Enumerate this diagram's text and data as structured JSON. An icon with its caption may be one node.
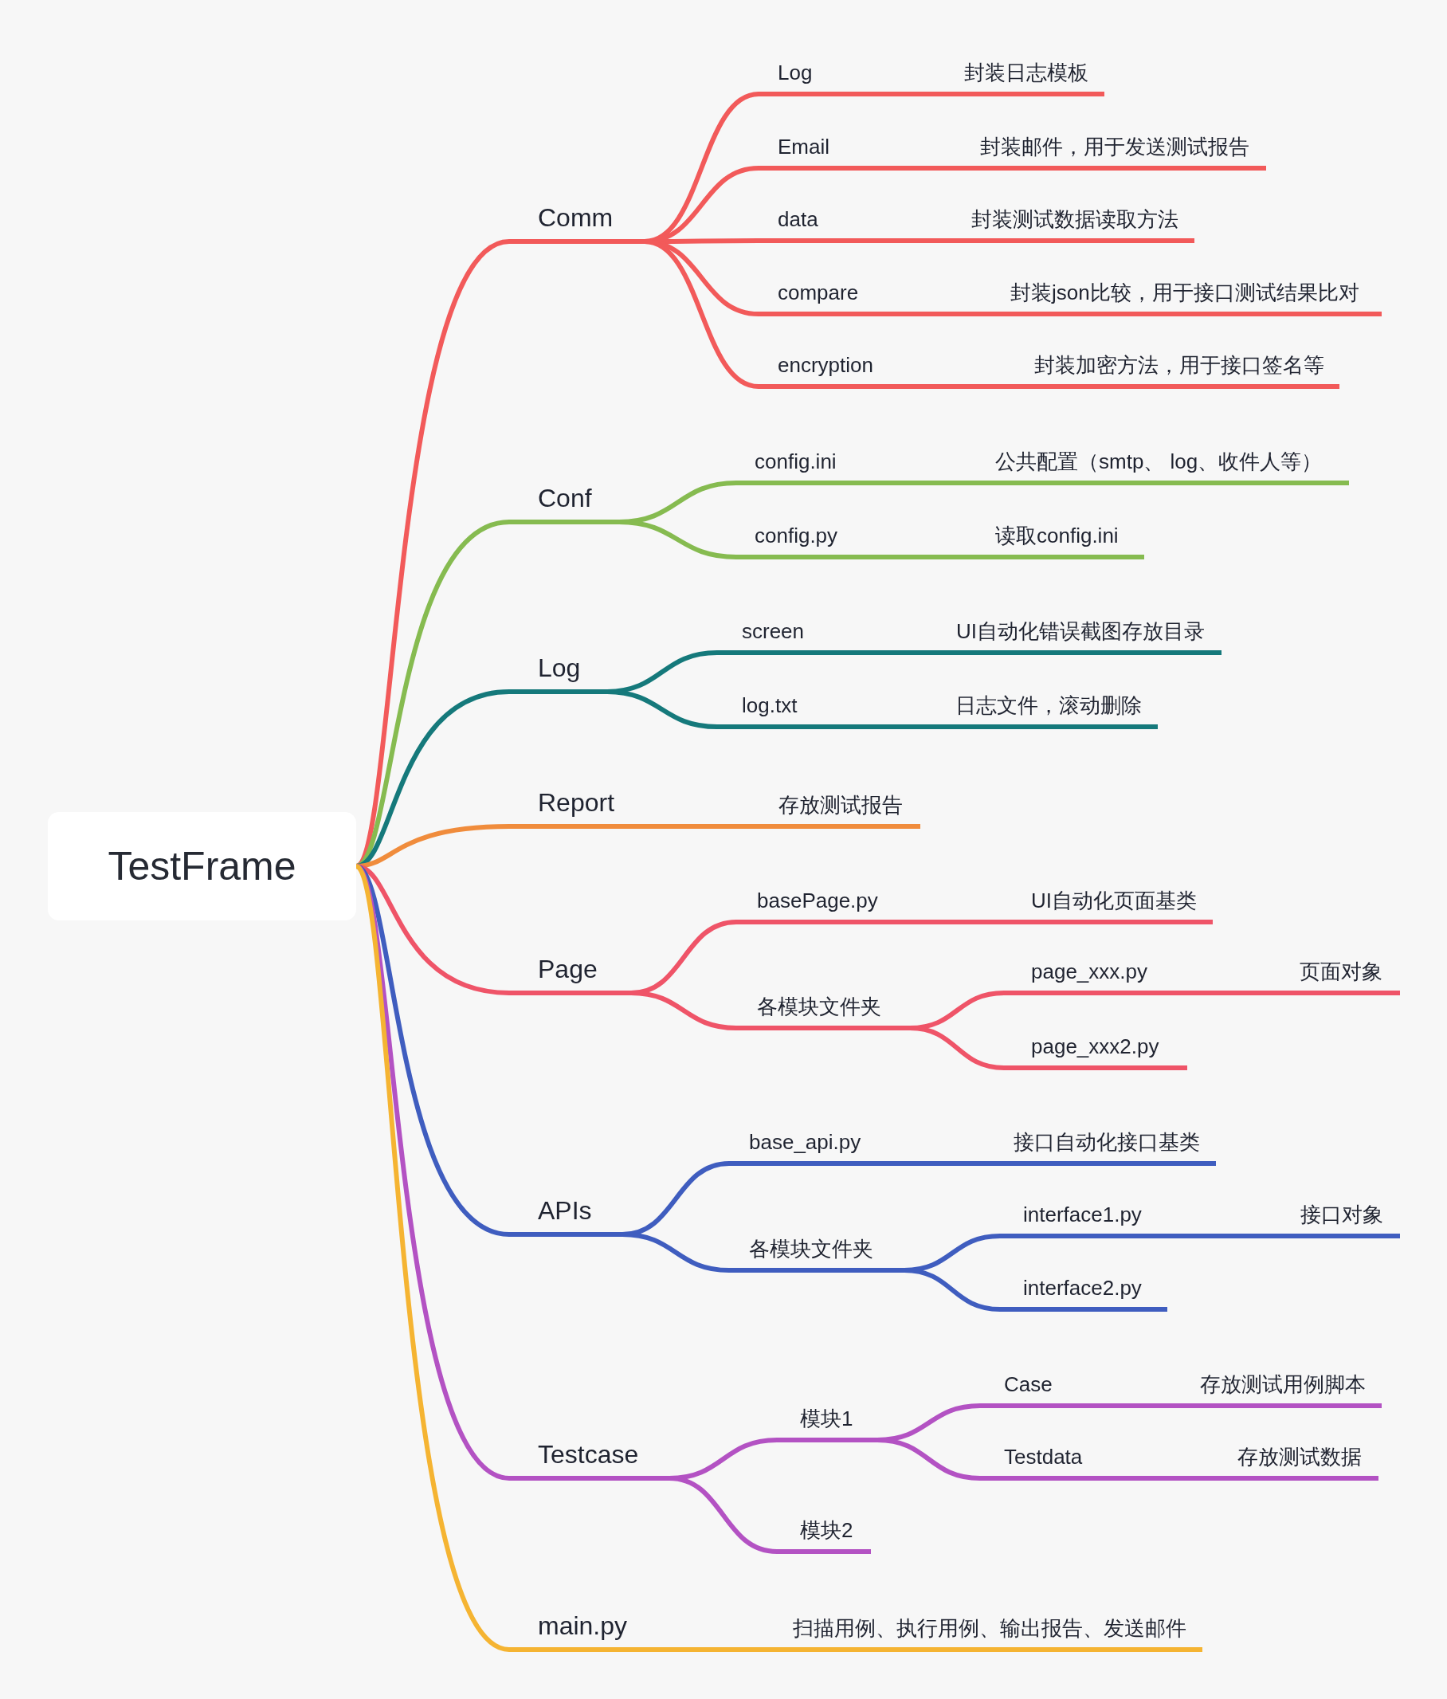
{
  "diagram": {
    "nodes": [
      {
        "text": [
          "TestFrame"
        ]
      },
      {
        "text": [
          "Comm"
        ]
      },
      {
        "text": [
          "Log"
        ]
      },
      {
        "text": [
          "封装日志模板"
        ]
      },
      {
        "text": [
          "Email"
        ]
      },
      {
        "text": [
          "封装邮件，用于发送测试报告"
        ]
      },
      {
        "text": [
          "data"
        ]
      },
      {
        "text": [
          "封装测试数据读取方法"
        ]
      },
      {
        "text": [
          "compare"
        ]
      },
      {
        "text": [
          "封装json比较，用于接口测试结果比对"
        ]
      },
      {
        "text": [
          "encryption"
        ]
      },
      {
        "text": [
          "封装加密方法，用于接口签名等"
        ]
      },
      {
        "text": [
          "Conf"
        ]
      },
      {
        "text": [
          "config.ini"
        ]
      },
      {
        "text": [
          "公共配置（smtp、 log、收件人等）"
        ]
      },
      {
        "text": [
          "config.py"
        ]
      },
      {
        "text": [
          "读取config.ini"
        ]
      },
      {
        "text": [
          "Log"
        ]
      },
      {
        "text": [
          "screen"
        ]
      },
      {
        "text": [
          "UI自动化错误截图存放目录"
        ]
      },
      {
        "text": [
          "log.txt"
        ]
      },
      {
        "text": [
          "日志文件，滚动删除"
        ]
      },
      {
        "text": [
          "Report"
        ]
      },
      {
        "text": [
          "存放测试报告"
        ]
      },
      {
        "text": [
          "Page"
        ]
      },
      {
        "text": [
          "basePage.py"
        ]
      },
      {
        "text": [
          "UI自动化页面基类"
        ]
      },
      {
        "text": [
          "各模块文件夹"
        ]
      },
      {
        "text": [
          "page_xxx.py"
        ]
      },
      {
        "text": [
          "页面对象"
        ]
      },
      {
        "text": [
          "page_xxx2.py"
        ]
      },
      {
        "text": [
          "APIs"
        ]
      },
      {
        "text": [
          "base_api.py"
        ]
      },
      {
        "text": [
          "接口自动化接口基类"
        ]
      },
      {
        "text": [
          "各模块文件夹"
        ]
      },
      {
        "text": [
          "interface1.py"
        ]
      },
      {
        "text": [
          "接口对象"
        ]
      },
      {
        "text": [
          "interface2.py"
        ]
      },
      {
        "text": [
          "Testcase"
        ]
      },
      {
        "text": [
          "模块1"
        ]
      },
      {
        "text": [
          "Case"
        ]
      },
      {
        "text": [
          "存放测试用例脚本"
        ]
      },
      {
        "text": [
          "Testdata"
        ]
      },
      {
        "text": [
          "存放测试数据"
        ]
      },
      {
        "text": [
          "模块2"
        ]
      },
      {
        "text": [
          "main.py"
        ]
      },
      {
        "text": [
          "扫描用例、执行用例、输出报告、发送邮件"
        ]
      }
    ],
    "edges": [
      {
        "from": 0,
        "to": 1,
        "arrow": "none"
      },
      {
        "from": 1,
        "to": 2,
        "arrow": "none"
      },
      {
        "from": 2,
        "to": 3,
        "arrow": "none"
      },
      {
        "from": 1,
        "to": 4,
        "arrow": "none"
      },
      {
        "from": 4,
        "to": 5,
        "arrow": "none"
      },
      {
        "from": 1,
        "to": 6,
        "arrow": "none"
      },
      {
        "from": 6,
        "to": 7,
        "arrow": "none"
      },
      {
        "from": 1,
        "to": 8,
        "arrow": "none"
      },
      {
        "from": 8,
        "to": 9,
        "arrow": "none"
      },
      {
        "from": 1,
        "to": 10,
        "arrow": "none"
      },
      {
        "from": 10,
        "to": 11,
        "arrow": "none"
      },
      {
        "from": 0,
        "to": 12,
        "arrow": "none",
        "color": "#86bb50"
      },
      {
        "from": 12,
        "to": 13,
        "arrow": "none",
        "color": "#86bb50"
      },
      {
        "from": 13,
        "to": 14,
        "arrow": "none",
        "color": "#86bb50"
      },
      {
        "from": 12,
        "to": 15,
        "arrow": "none",
        "color": "#86bb50"
      },
      {
        "from": 15,
        "to": 16,
        "arrow": "none",
        "color": "#86bb50"
      },
      {
        "from": 0,
        "to": 17,
        "arrow": "none",
        "color": "#15797b"
      },
      {
        "from": 17,
        "to": 18,
        "arrow": "none",
        "color": "#15797b"
      },
      {
        "from": 18,
        "to": 19,
        "arrow": "none",
        "color": "#15797b"
      },
      {
        "from": 17,
        "to": 20,
        "arrow": "none",
        "color": "#15797b"
      },
      {
        "from": 20,
        "to": 21,
        "arrow": "none",
        "color": "#15797b"
      },
      {
        "from": 0,
        "to": 22,
        "arrow": "none",
        "color": "#f08c3c"
      },
      {
        "from": 22,
        "to": 23,
        "arrow": "none",
        "color": "#f08c3c"
      },
      {
        "from": 0,
        "to": 24,
        "arrow": "none",
        "color": "#ef5468"
      },
      {
        "from": 24,
        "to": 25,
        "arrow": "none",
        "color": "#ef5468"
      },
      {
        "from": 25,
        "to": 26,
        "arrow": "none",
        "color": "#ef5468"
      },
      {
        "from": 24,
        "to": 27,
        "arrow": "none",
        "color": "#ef5468"
      },
      {
        "from": 27,
        "to": 28,
        "arrow": "none",
        "color": "#ef5468"
      },
      {
        "from": 28,
        "to": 29,
        "arrow": "none",
        "color": "#ef5468"
      },
      {
        "from": 27,
        "to": 30,
        "arrow": "none",
        "color": "#ef5468"
      },
      {
        "from": 0,
        "to": 31,
        "arrow": "none",
        "color": "#3f5dbf"
      },
      {
        "from": 31,
        "to": 32,
        "arrow": "none",
        "color": "#3f5dbf"
      },
      {
        "from": 32,
        "to": 33,
        "arrow": "none",
        "color": "#3f5dbf"
      },
      {
        "from": 31,
        "to": 34,
        "arrow": "none",
        "color": "#3f5dbf"
      },
      {
        "from": 34,
        "to": 35,
        "arrow": "none",
        "color": "#3f5dbf"
      },
      {
        "from": 35,
        "to": 36,
        "arrow": "none",
        "color": "#3f5dbf"
      },
      {
        "from": 34,
        "to": 37,
        "arrow": "none",
        "color": "#3f5dbf"
      },
      {
        "from": 0,
        "to": 38,
        "arrow": "none",
        "color": "#b352c3"
      },
      {
        "from": 38,
        "to": 39,
        "arrow": "none",
        "color": "#b352c3"
      },
      {
        "from": 39,
        "to": 40,
        "arrow": "none",
        "color": "#b352c3"
      },
      {
        "from": 40,
        "to": 41,
        "arrow": "none",
        "color": "#b352c3"
      },
      {
        "from": 39,
        "to": 42,
        "arrow": "none",
        "color": "#b352c3"
      },
      {
        "from": 42,
        "to": 43,
        "arrow": "none",
        "color": "#b352c3"
      },
      {
        "from": 38,
        "to": 44,
        "arrow": "none",
        "color": "#b352c3"
      },
      {
        "from": 0,
        "to": 45,
        "arrow": "none",
        "color": "#f5b432"
      },
      {
        "from": 45,
        "to": 46,
        "arrow": "none",
        "color": "#f5b432"
      }
    ]
  }
}
